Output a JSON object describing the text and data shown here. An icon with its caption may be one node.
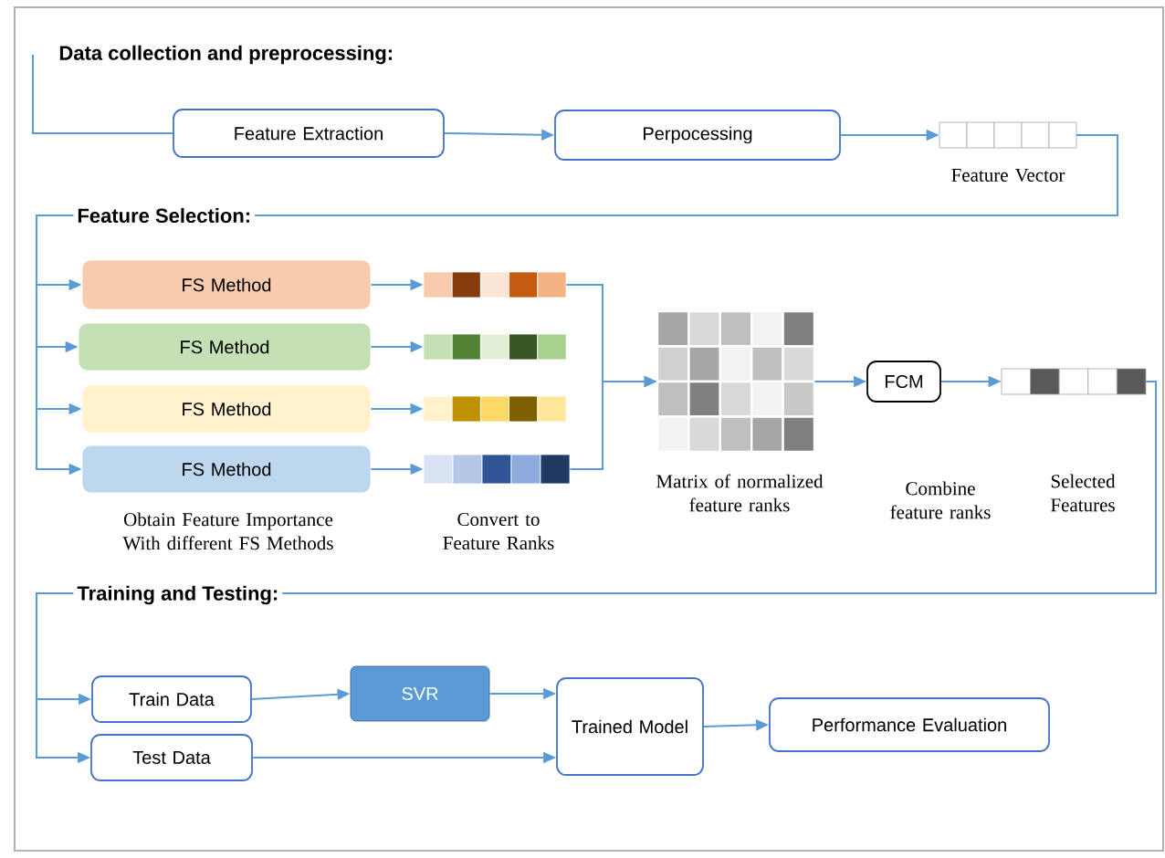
{
  "diagram": {
    "nodes": [
      {
        "text": [
          "Feature Extraction"
        ]
      },
      {
        "text": [
          "Perpocessing"
        ]
      },
      {
        "text": [],
        "shape": "bar",
        "beside": [
          "Feature Vector"
        ]
      },
      {
        "text": [
          "FS Method"
        ]
      },
      {
        "text": [
          "FS Method"
        ]
      },
      {
        "text": [
          "FS Method"
        ]
      },
      {
        "text": [
          "FS Method"
        ]
      },
      {
        "text": [],
        "shape": "bar"
      },
      {
        "text": [],
        "shape": "bar"
      },
      {
        "text": [],
        "shape": "bar"
      },
      {
        "text": [],
        "shape": "bar"
      },
      {
        "text": [],
        "shape": "box",
        "beside": [
          "Matrix of normalized feature ranks"
        ]
      },
      {
        "text": [
          "FCM"
        ]
      },
      {
        "text": [],
        "shape": "bar"
      },
      {
        "text": [
          "Train Data"
        ]
      },
      {
        "text": [
          "Test Data"
        ]
      },
      {
        "text": [
          "SVR"
        ]
      },
      {
        "text": [
          "Trained Model"
        ]
      },
      {
        "text": [
          "Performance Evaluation"
        ]
      }
    ],
    "edges": [
      {
        "from": null,
        "to": 0,
        "arrow": "none"
      },
      {
        "from": 0,
        "to": 1,
        "arrow": "to"
      },
      {
        "from": 1,
        "to": 2,
        "arrow": "to"
      },
      {
        "from": 2,
        "to": 3,
        "arrow": "to"
      },
      {
        "from": 2,
        "to": 4,
        "arrow": "to"
      },
      {
        "from": 2,
        "to": 5,
        "arrow": "to"
      },
      {
        "from": 2,
        "to": 6,
        "arrow": "to"
      },
      {
        "from": 3,
        "to": 7,
        "arrow": "to"
      },
      {
        "from": 4,
        "to": 8,
        "arrow": "to"
      },
      {
        "from": 5,
        "to": 9,
        "arrow": "to"
      },
      {
        "from": 6,
        "to": 10,
        "arrow": "to"
      },
      {
        "from": 7,
        "to": 11,
        "arrow": "to"
      },
      {
        "from": 10,
        "to": 11,
        "arrow": "to"
      },
      {
        "from": 11,
        "to": 12,
        "arrow": "to"
      },
      {
        "from": 12,
        "to": 13,
        "arrow": "to"
      },
      {
        "from": 13,
        "to": 14,
        "arrow": "to"
      },
      {
        "from": 13,
        "to": 15,
        "arrow": "to"
      },
      {
        "from": 14,
        "to": 16,
        "arrow": "to"
      },
      {
        "from": 16,
        "to": 17,
        "arrow": "to"
      },
      {
        "from": 15,
        "to": 17,
        "arrow": "to"
      },
      {
        "from": 17,
        "to": 18,
        "arrow": "to"
      }
    ],
    "labels": [
      "Data collection and preprocessing:",
      "Feature Selection:",
      "Training and Testing:",
      "Obtain Feature Importance With different FS Methods",
      "Convert to Feature Ranks",
      "Combine feature ranks",
      "Selected Features"
    ]
  }
}
